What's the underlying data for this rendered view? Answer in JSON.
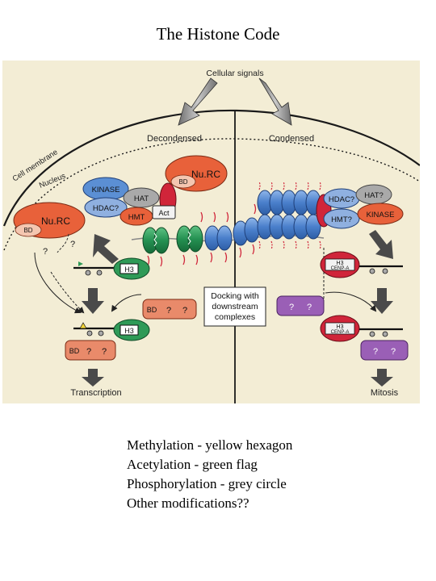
{
  "title": "The Histone Code",
  "figure": {
    "cellular_signals": "Cellular signals",
    "cell_membrane": "Cell membrane",
    "nucleus": "Nucleus",
    "decondensed": "Decondensed",
    "condensed": "Condensed",
    "nurc": "Nu.RC",
    "bd": "BD",
    "kinase_left": "KINASE",
    "hat": "HAT",
    "hdac_q": "HDAC?",
    "hmt": "HMT",
    "act": "Act",
    "hat_q": "HAT?",
    "hmt_q": "HMT?",
    "kinase_right": "KINASE",
    "question": "?",
    "h3": "H3",
    "cenp_a": "CENP-A",
    "docking": [
      "Docking with",
      "downstream",
      "complexes"
    ],
    "transcription": "Transcription",
    "mitosis": "Mitosis"
  },
  "legend": [
    "Methylation - yellow hexagon",
    "Acetylation - green flag",
    "Phosphorylation - grey circle",
    "Other modifications??"
  ],
  "colors": {
    "panel": "#f3edd5",
    "orange": "#e8613a",
    "blue": "#5b8fd4",
    "green": "#2f9a57",
    "grey": "#a9a9a9",
    "red": "#d0253a",
    "purple": "#9a5fb6",
    "salmon": "#e98a6a"
  }
}
